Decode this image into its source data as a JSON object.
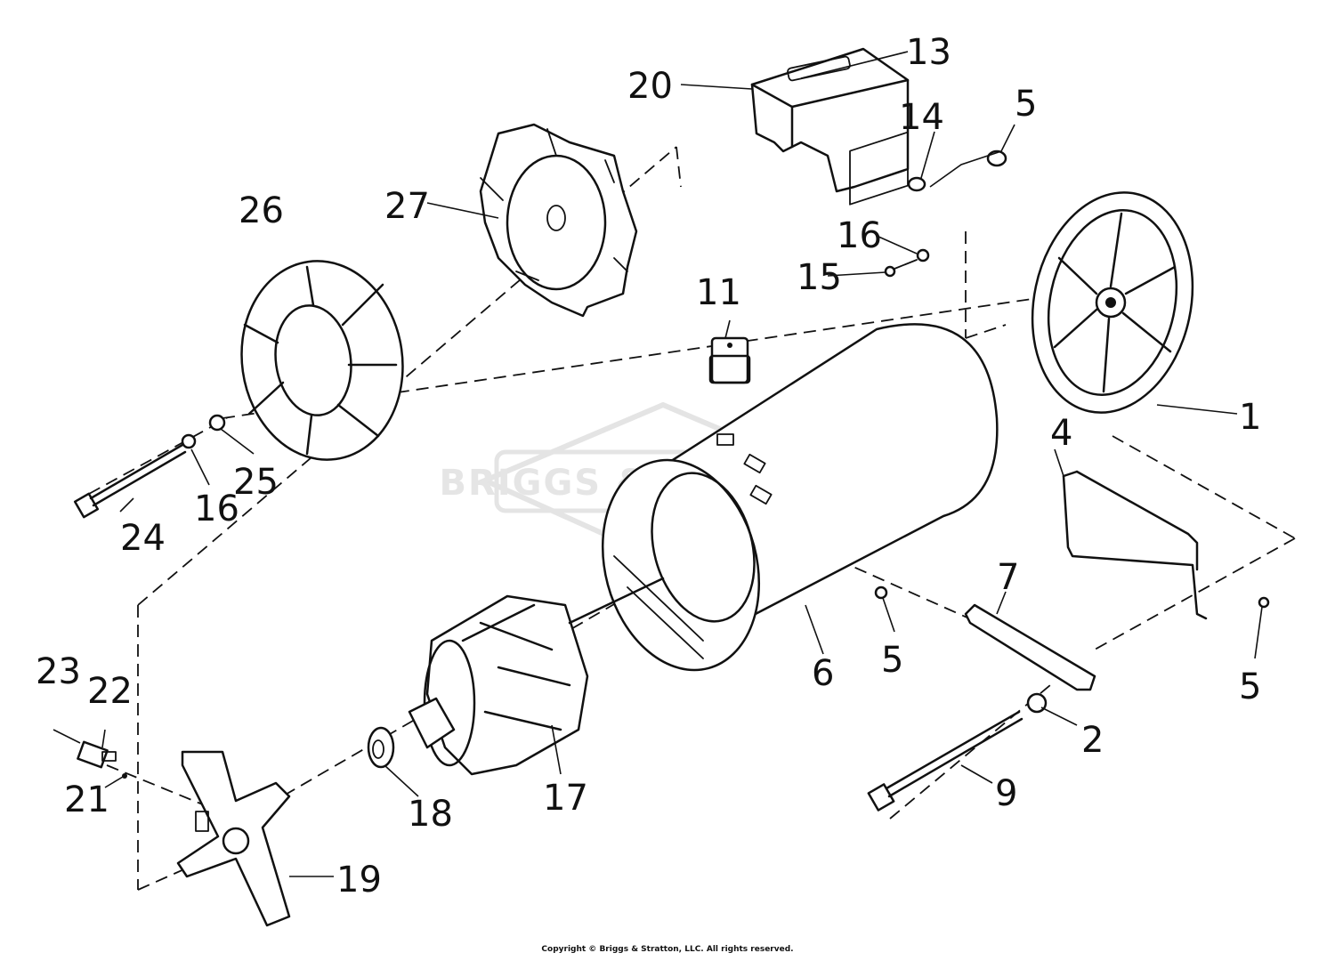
{
  "watermark": {
    "text": "BRIGGS & STRATTON",
    "color": "#c8c8c8"
  },
  "copyright": "Copyright © Briggs & Stratton, LLC. All rights reserved.",
  "line_color": "#111111",
  "callouts": {
    "c1": "1",
    "c2": "2",
    "c4": "4",
    "c5a": "5",
    "c5b": "5",
    "c5c": "5",
    "c6": "6",
    "c7": "7",
    "c9": "9",
    "c11": "11",
    "c13": "13",
    "c14": "14",
    "c15": "15",
    "c16a": "16",
    "c16b": "16",
    "c17": "17",
    "c18": "18",
    "c19": "19",
    "c20": "20",
    "c21": "21",
    "c22": "22",
    "c23": "23",
    "c24": "24",
    "c25": "25",
    "c26": "26",
    "c27": "27"
  }
}
